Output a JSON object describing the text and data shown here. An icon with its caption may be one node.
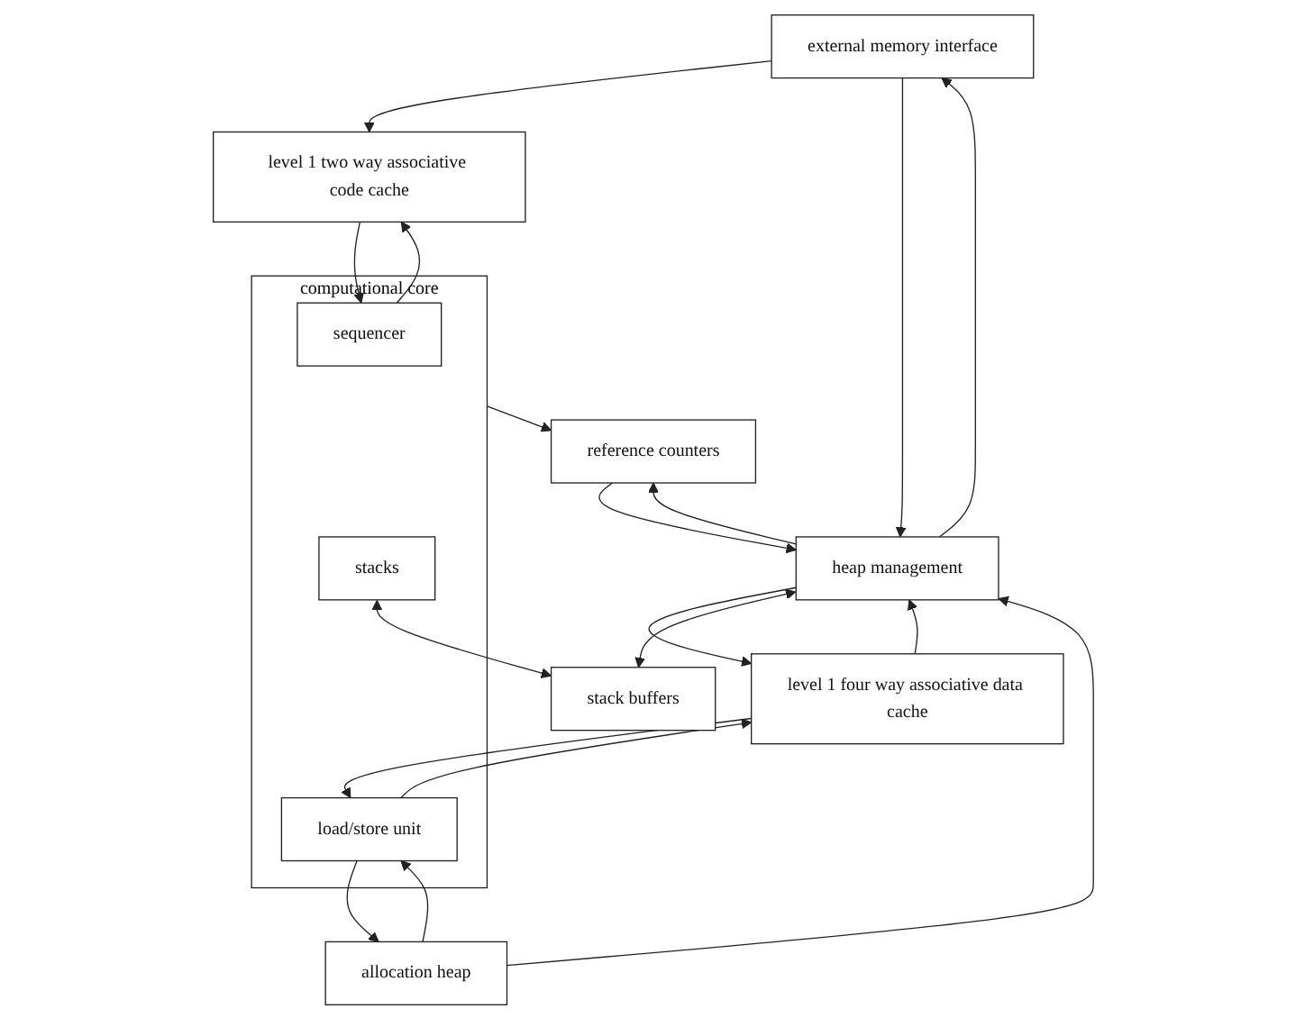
{
  "diagram": {
    "nodes": [
      {
        "text": [
          "external memory interface"
        ]
      },
      {
        "text": [
          "level 1 two way associative code cache"
        ]
      },
      {
        "text": [
          "level 1 four way associative data cache"
        ]
      },
      {
        "text": [
          "heap management"
        ]
      },
      {
        "text": [
          "allocation heap"
        ]
      },
      {
        "text": [
          "reference counters"
        ]
      },
      {
        "text": [
          "computational core"
        ]
      },
      {
        "text": [
          "sequencer"
        ],
        "in": 6
      },
      {
        "text": [
          "load/store unit"
        ],
        "in": 6
      },
      {
        "text": [
          "stacks"
        ],
        "in": 6
      },
      {
        "text": [
          "stack buffers"
        ]
      }
    ],
    "edges": [
      {
        "from": 0,
        "to": 1,
        "arrow": "to"
      },
      {
        "from": 0,
        "to": 3,
        "arrow": "to"
      },
      {
        "from": 3,
        "to": 0,
        "arrow": "to"
      },
      {
        "from": 2,
        "to": 3,
        "arrow": "to"
      },
      {
        "from": 3,
        "to": 2,
        "arrow": "to"
      },
      {
        "from": 4,
        "to": 3,
        "arrow": "to"
      },
      {
        "from": 5,
        "to": 3,
        "arrow": "to"
      },
      {
        "from": 3,
        "to": 5,
        "arrow": "to"
      },
      {
        "from": 3,
        "to": 10,
        "arrow": "both"
      },
      {
        "from": 7,
        "to": 1,
        "arrow": "to"
      },
      {
        "from": 1,
        "to": 7,
        "arrow": "to"
      },
      {
        "from": 2,
        "to": 8,
        "arrow": "to"
      },
      {
        "from": 8,
        "to": 2,
        "arrow": "to"
      },
      {
        "from": 4,
        "to": 8,
        "arrow": "to"
      },
      {
        "from": 8,
        "to": 4,
        "arrow": "to"
      },
      {
        "from": 6,
        "to": 5,
        "arrow": "to"
      },
      {
        "from": 9,
        "to": 10,
        "arrow": "both"
      }
    ]
  }
}
